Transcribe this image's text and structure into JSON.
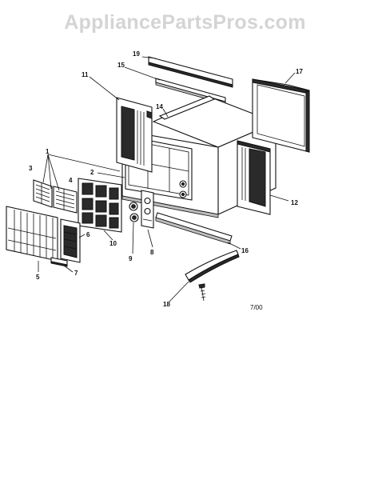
{
  "watermark": "AppliancePartsPros.com",
  "diagram_date": "7/00",
  "callouts": {
    "c1": "1",
    "c2": "2",
    "c3": "3",
    "c4": "4",
    "c5": "5",
    "c6": "6",
    "c7": "7",
    "c8": "8",
    "c9": "9",
    "c10": "10",
    "c11": "11",
    "c12": "12",
    "c14": "14",
    "c15": "15",
    "c16": "16",
    "c17": "17",
    "c18": "18",
    "c19": "19"
  }
}
